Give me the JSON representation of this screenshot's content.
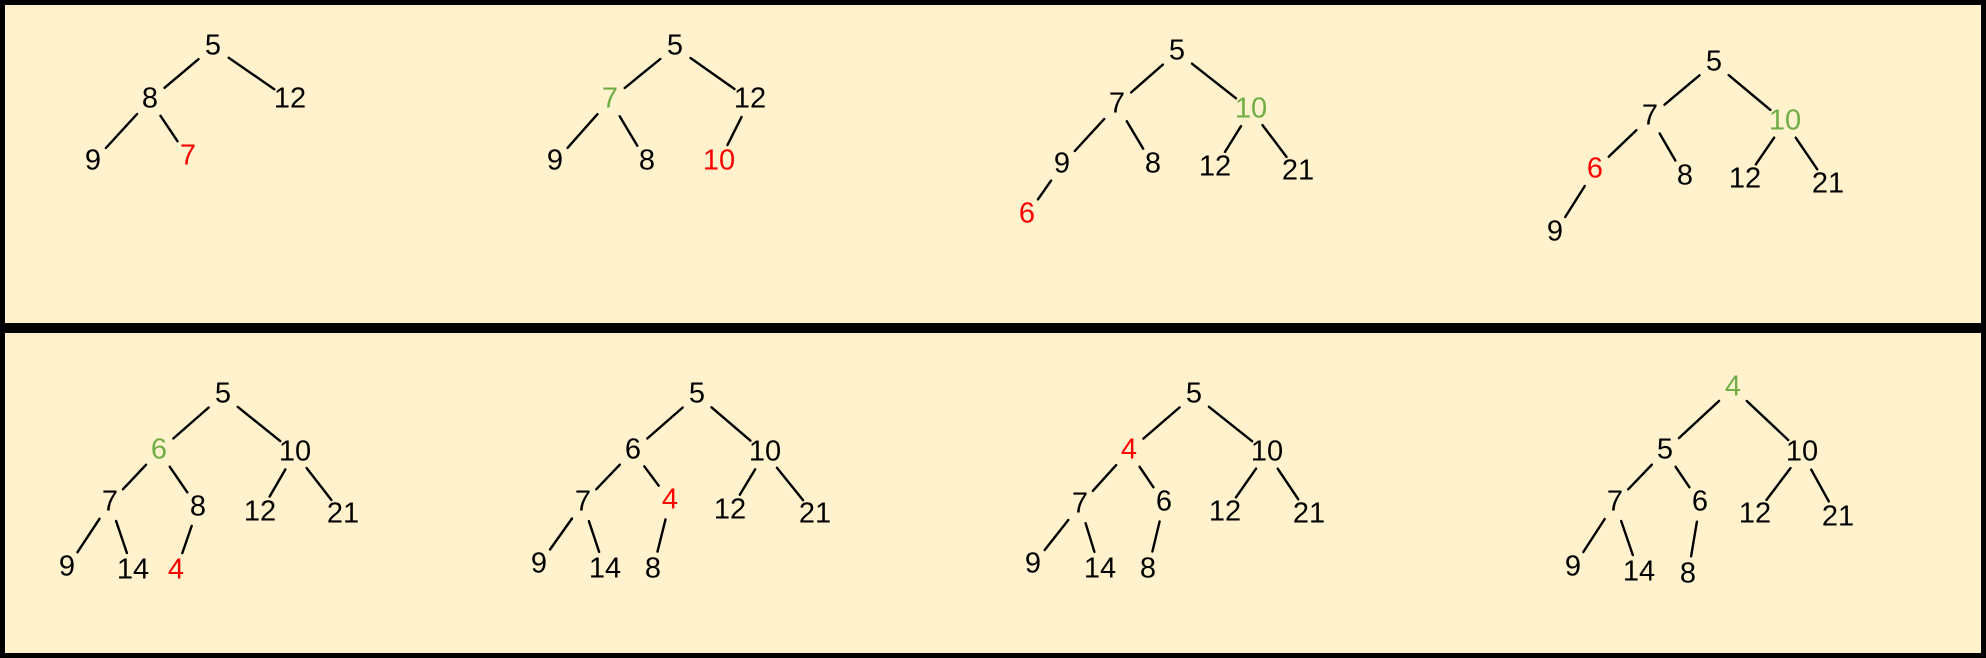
{
  "colors": {
    "background": "#FFF2CC",
    "border": "#000000",
    "edge": "#000000",
    "default": "#000000",
    "new": "#FF0000",
    "moved": "#70AD47"
  },
  "panels": [
    {
      "name": "top",
      "trees": [
        {
          "nodes": [
            {
              "label": "5",
              "status": "default"
            },
            {
              "label": "8",
              "status": "default"
            },
            {
              "label": "12",
              "status": "default"
            },
            {
              "label": "9",
              "status": "default"
            },
            {
              "label": "7",
              "status": "new"
            }
          ],
          "edges": [
            [
              0,
              1
            ],
            [
              0,
              2
            ],
            [
              1,
              3
            ],
            [
              1,
              4
            ]
          ]
        },
        {
          "nodes": [
            {
              "label": "5",
              "status": "default"
            },
            {
              "label": "7",
              "status": "moved"
            },
            {
              "label": "12",
              "status": "default"
            },
            {
              "label": "9",
              "status": "default"
            },
            {
              "label": "8",
              "status": "default"
            },
            {
              "label": "10",
              "status": "new"
            }
          ],
          "edges": [
            [
              0,
              1
            ],
            [
              0,
              2
            ],
            [
              1,
              3
            ],
            [
              1,
              4
            ],
            [
              2,
              5
            ]
          ]
        },
        {
          "nodes": [
            {
              "label": "5",
              "status": "default"
            },
            {
              "label": "7",
              "status": "default"
            },
            {
              "label": "10",
              "status": "moved"
            },
            {
              "label": "9",
              "status": "default"
            },
            {
              "label": "8",
              "status": "default"
            },
            {
              "label": "12",
              "status": "default"
            },
            {
              "label": "21",
              "status": "default"
            },
            {
              "label": "6",
              "status": "new"
            }
          ],
          "edges": [
            [
              0,
              1
            ],
            [
              0,
              2
            ],
            [
              1,
              3
            ],
            [
              1,
              4
            ],
            [
              2,
              5
            ],
            [
              2,
              6
            ],
            [
              3,
              7
            ]
          ]
        },
        {
          "nodes": [
            {
              "label": "5",
              "status": "default"
            },
            {
              "label": "7",
              "status": "default"
            },
            {
              "label": "10",
              "status": "moved"
            },
            {
              "label": "6",
              "status": "new"
            },
            {
              "label": "8",
              "status": "default"
            },
            {
              "label": "12",
              "status": "default"
            },
            {
              "label": "21",
              "status": "default"
            },
            {
              "label": "9",
              "status": "default"
            }
          ],
          "edges": [
            [
              0,
              1
            ],
            [
              0,
              2
            ],
            [
              1,
              3
            ],
            [
              1,
              4
            ],
            [
              2,
              5
            ],
            [
              2,
              6
            ],
            [
              3,
              7
            ]
          ]
        }
      ]
    },
    {
      "name": "bottom",
      "trees": [
        {
          "nodes": [
            {
              "label": "5",
              "status": "default"
            },
            {
              "label": "6",
              "status": "moved"
            },
            {
              "label": "10",
              "status": "default"
            },
            {
              "label": "7",
              "status": "default"
            },
            {
              "label": "8",
              "status": "default"
            },
            {
              "label": "12",
              "status": "default"
            },
            {
              "label": "21",
              "status": "default"
            },
            {
              "label": "9",
              "status": "default"
            },
            {
              "label": "14",
              "status": "default"
            },
            {
              "label": "4",
              "status": "new"
            }
          ],
          "edges": [
            [
              0,
              1
            ],
            [
              0,
              2
            ],
            [
              1,
              3
            ],
            [
              1,
              4
            ],
            [
              2,
              5
            ],
            [
              2,
              6
            ],
            [
              3,
              7
            ],
            [
              3,
              8
            ],
            [
              4,
              9
            ]
          ]
        },
        {
          "nodes": [
            {
              "label": "5",
              "status": "default"
            },
            {
              "label": "6",
              "status": "default"
            },
            {
              "label": "10",
              "status": "default"
            },
            {
              "label": "7",
              "status": "default"
            },
            {
              "label": "4",
              "status": "new"
            },
            {
              "label": "12",
              "status": "default"
            },
            {
              "label": "21",
              "status": "default"
            },
            {
              "label": "9",
              "status": "default"
            },
            {
              "label": "14",
              "status": "default"
            },
            {
              "label": "8",
              "status": "default"
            }
          ],
          "edges": [
            [
              0,
              1
            ],
            [
              0,
              2
            ],
            [
              1,
              3
            ],
            [
              1,
              4
            ],
            [
              2,
              5
            ],
            [
              2,
              6
            ],
            [
              3,
              7
            ],
            [
              3,
              8
            ],
            [
              4,
              9
            ]
          ]
        },
        {
          "nodes": [
            {
              "label": "5",
              "status": "default"
            },
            {
              "label": "4",
              "status": "new"
            },
            {
              "label": "10",
              "status": "default"
            },
            {
              "label": "7",
              "status": "default"
            },
            {
              "label": "6",
              "status": "default"
            },
            {
              "label": "12",
              "status": "default"
            },
            {
              "label": "21",
              "status": "default"
            },
            {
              "label": "9",
              "status": "default"
            },
            {
              "label": "14",
              "status": "default"
            },
            {
              "label": "8",
              "status": "default"
            }
          ],
          "edges": [
            [
              0,
              1
            ],
            [
              0,
              2
            ],
            [
              1,
              3
            ],
            [
              1,
              4
            ],
            [
              2,
              5
            ],
            [
              2,
              6
            ],
            [
              3,
              7
            ],
            [
              3,
              8
            ],
            [
              4,
              9
            ]
          ]
        },
        {
          "nodes": [
            {
              "label": "4",
              "status": "moved"
            },
            {
              "label": "5",
              "status": "default"
            },
            {
              "label": "10",
              "status": "default"
            },
            {
              "label": "7",
              "status": "default"
            },
            {
              "label": "6",
              "status": "default"
            },
            {
              "label": "12",
              "status": "default"
            },
            {
              "label": "21",
              "status": "default"
            },
            {
              "label": "9",
              "status": "default"
            },
            {
              "label": "14",
              "status": "default"
            },
            {
              "label": "8",
              "status": "default"
            }
          ],
          "edges": [
            [
              0,
              1
            ],
            [
              0,
              2
            ],
            [
              1,
              3
            ],
            [
              1,
              4
            ],
            [
              2,
              5
            ],
            [
              2,
              6
            ],
            [
              3,
              7
            ],
            [
              3,
              8
            ],
            [
              4,
              9
            ]
          ]
        }
      ]
    }
  ]
}
